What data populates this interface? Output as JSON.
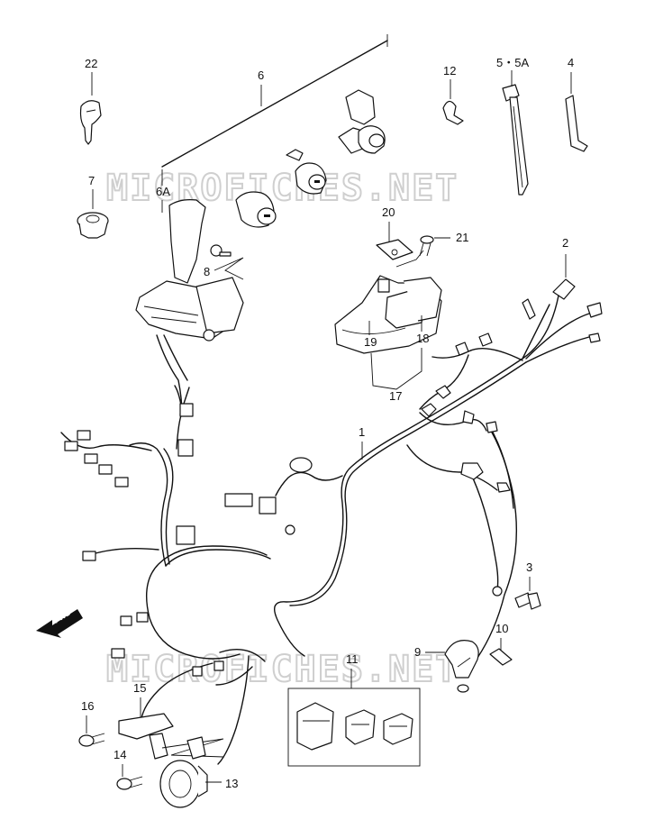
{
  "watermark": "MICROFICHES.NET",
  "fwd_label": "FWD",
  "callouts": {
    "p1": "1",
    "p2": "2",
    "p3": "3",
    "p4": "4",
    "p55a": "5・5A",
    "p6": "6",
    "p6a": "6A",
    "p7": "7",
    "p8": "8",
    "p9": "9",
    "p10": "10",
    "p11": "11",
    "p12": "12",
    "p13": "13",
    "p14": "14",
    "p15": "15",
    "p16": "16",
    "p17": "17",
    "p18": "18",
    "p19": "19",
    "p20": "20",
    "p21": "21",
    "p22": "22"
  }
}
